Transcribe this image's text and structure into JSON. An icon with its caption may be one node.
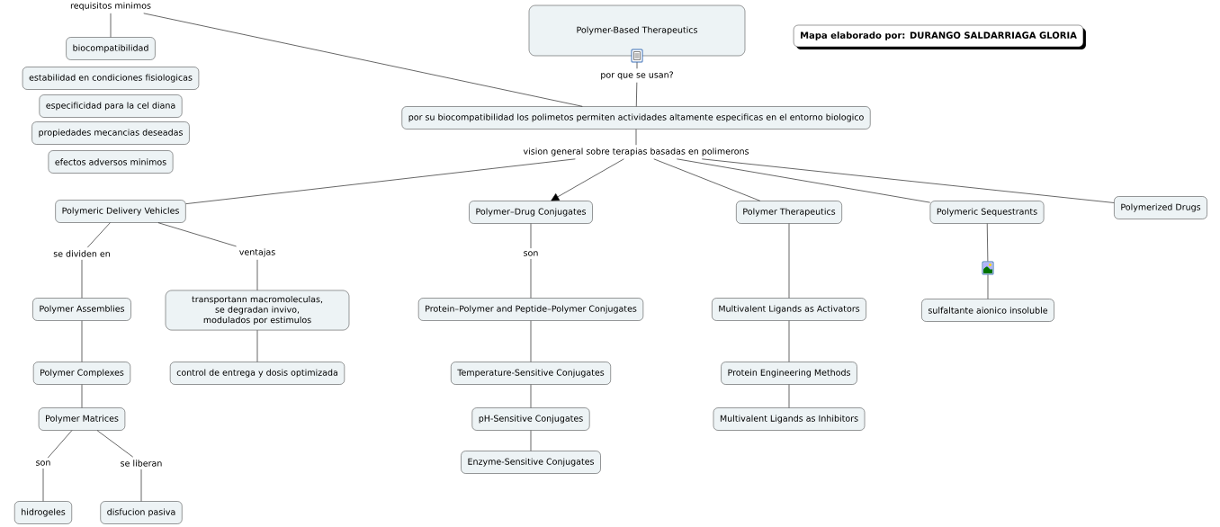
{
  "diagram": {
    "nodes": [
      {
        "text": [
          "Polymer-Based Therapeutics"
        ]
      },
      {
        "text": [
          "Mapa elaborado por: DURANGO SALDARRIAGA GLORIA"
        ]
      },
      {
        "text": [
          "por que se usan?"
        ]
      },
      {
        "text": [
          "por su biocompatibilidad los polimetos permiten actividades altamente especificas en el entorno biologico"
        ]
      },
      {
        "text": [
          "requisitos minimos"
        ]
      },
      {
        "text": [
          "biocompatibilidad"
        ]
      },
      {
        "text": [
          "estabilidad en condiciones fisiologicas"
        ]
      },
      {
        "text": [
          "especificidad para la cel diana"
        ]
      },
      {
        "text": [
          "propiedades mecancias deseadas"
        ]
      },
      {
        "text": [
          "efectos adversos minimos"
        ]
      },
      {
        "text": [
          "vision general sobre terapias basadas en polimerons"
        ]
      },
      {
        "text": [
          "Polymeric Delivery Vehicles"
        ]
      },
      {
        "text": [
          "Polymer–Drug Conjugates"
        ]
      },
      {
        "text": [
          "Polymer Therapeutics"
        ]
      },
      {
        "text": [
          "Polymeric Sequestrants"
        ]
      },
      {
        "text": [
          "Polymerized Drugs"
        ]
      },
      {
        "text": [
          "se dividen en"
        ]
      },
      {
        "text": [
          "ventajas"
        ]
      },
      {
        "text": [
          "Polymer Assemblies"
        ]
      },
      {
        "text": [
          "transportann macromoleculas, se degradan invivo, modulados por estimulos"
        ]
      },
      {
        "text": [
          "Polymer Complexes"
        ]
      },
      {
        "text": [
          "control de entrega y dosis optimizada"
        ]
      },
      {
        "text": [
          "Polymer Matrices"
        ]
      },
      {
        "text": [
          "son"
        ]
      },
      {
        "text": [
          "se liberan"
        ]
      },
      {
        "text": [
          "hidrogeles"
        ]
      },
      {
        "text": [
          "disfucion pasiva"
        ]
      },
      {
        "text": [
          "son"
        ]
      },
      {
        "text": [
          "Protein–Polymer and Peptide–Polymer Conjugates"
        ]
      },
      {
        "text": [
          "Temperature-Sensitive Conjugates"
        ]
      },
      {
        "text": [
          "pH-Sensitive Conjugates"
        ]
      },
      {
        "text": [
          "Enzyme-Sensitive Conjugates"
        ]
      },
      {
        "text": [
          "Multivalent Ligands as Activators"
        ]
      },
      {
        "text": [
          "Protein Engineering Methods"
        ]
      },
      {
        "text": [
          "Multivalent Ligands as Inhibitors"
        ]
      },
      {
        "text": [],
        "shape": "picture"
      },
      {
        "text": [
          "sulfaltante aionico insoluble"
        ]
      }
    ],
    "edges": [
      {
        "from": 0,
        "to": 2,
        "arrow": "none"
      },
      {
        "from": 2,
        "to": 3,
        "arrow": "none"
      },
      {
        "from": 3,
        "to": 4,
        "arrow": "none"
      },
      {
        "from": 4,
        "to": 5,
        "arrow": "none"
      },
      {
        "from": 3,
        "to": 10,
        "arrow": "none"
      },
      {
        "from": 10,
        "to": 11,
        "arrow": "none"
      },
      {
        "from": 10,
        "to": 12,
        "arrow": "to"
      },
      {
        "from": 10,
        "to": 13,
        "arrow": "none"
      },
      {
        "from": 10,
        "to": 14,
        "arrow": "none"
      },
      {
        "from": 10,
        "to": 15,
        "arrow": "none"
      },
      {
        "from": 11,
        "to": 16,
        "arrow": "none"
      },
      {
        "from": 11,
        "to": 17,
        "arrow": "none"
      },
      {
        "from": 16,
        "to": 18,
        "arrow": "none"
      },
      {
        "from": 17,
        "to": 19,
        "arrow": "none"
      },
      {
        "from": 18,
        "to": 20,
        "arrow": "none"
      },
      {
        "from": 19,
        "to": 21,
        "arrow": "none"
      },
      {
        "from": 20,
        "to": 22,
        "arrow": "none"
      },
      {
        "from": 22,
        "to": 23,
        "arrow": "none"
      },
      {
        "from": 22,
        "to": 24,
        "arrow": "none"
      },
      {
        "from": 23,
        "to": 25,
        "arrow": "none"
      },
      {
        "from": 24,
        "to": 26,
        "arrow": "none"
      },
      {
        "from": 12,
        "to": 27,
        "arrow": "none"
      },
      {
        "from": 27,
        "to": 28,
        "arrow": "none"
      },
      {
        "from": 28,
        "to": 29,
        "arrow": "none"
      },
      {
        "from": 29,
        "to": 30,
        "arrow": "none"
      },
      {
        "from": 30,
        "to": 31,
        "arrow": "none"
      },
      {
        "from": 13,
        "to": 32,
        "arrow": "none"
      },
      {
        "from": 32,
        "to": 33,
        "arrow": "none"
      },
      {
        "from": 33,
        "to": 34,
        "arrow": "none"
      },
      {
        "from": 14,
        "to": 35,
        "arrow": "none"
      },
      {
        "from": 35,
        "to": 36,
        "arrow": "none"
      }
    ]
  }
}
